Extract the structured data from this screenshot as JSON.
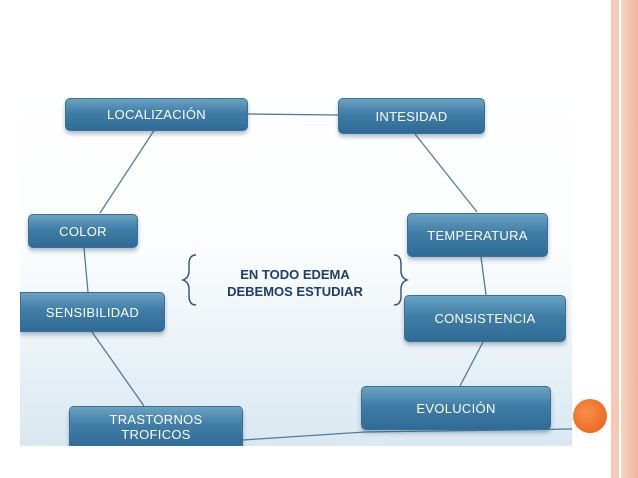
{
  "diagram": {
    "center_lines": [
      "EN TODO EDEMA",
      "DEBEMOS ESTUDIAR"
    ],
    "nodes": {
      "localizacion": "LOCALIZACIÓN",
      "intesidad": "INTESIDAD",
      "color": "COLOR",
      "temperatura": "TEMPERATURA",
      "sensibilidad": "SENSIBILIDAD",
      "consistencia": "CONSISTENCIA",
      "trastornos_line1": "TRASTORNOS",
      "trastornos_line2": "TROFICOS",
      "evolucion": "EVOLUCIÓN"
    }
  },
  "colors": {
    "node_fill": "#3f7da6",
    "node_text": "#ffffff",
    "center_text": "#1d3d6a",
    "connector": "#4d7e99",
    "accent_dot": "#ef6b22",
    "stripe": "#f0b59c"
  }
}
